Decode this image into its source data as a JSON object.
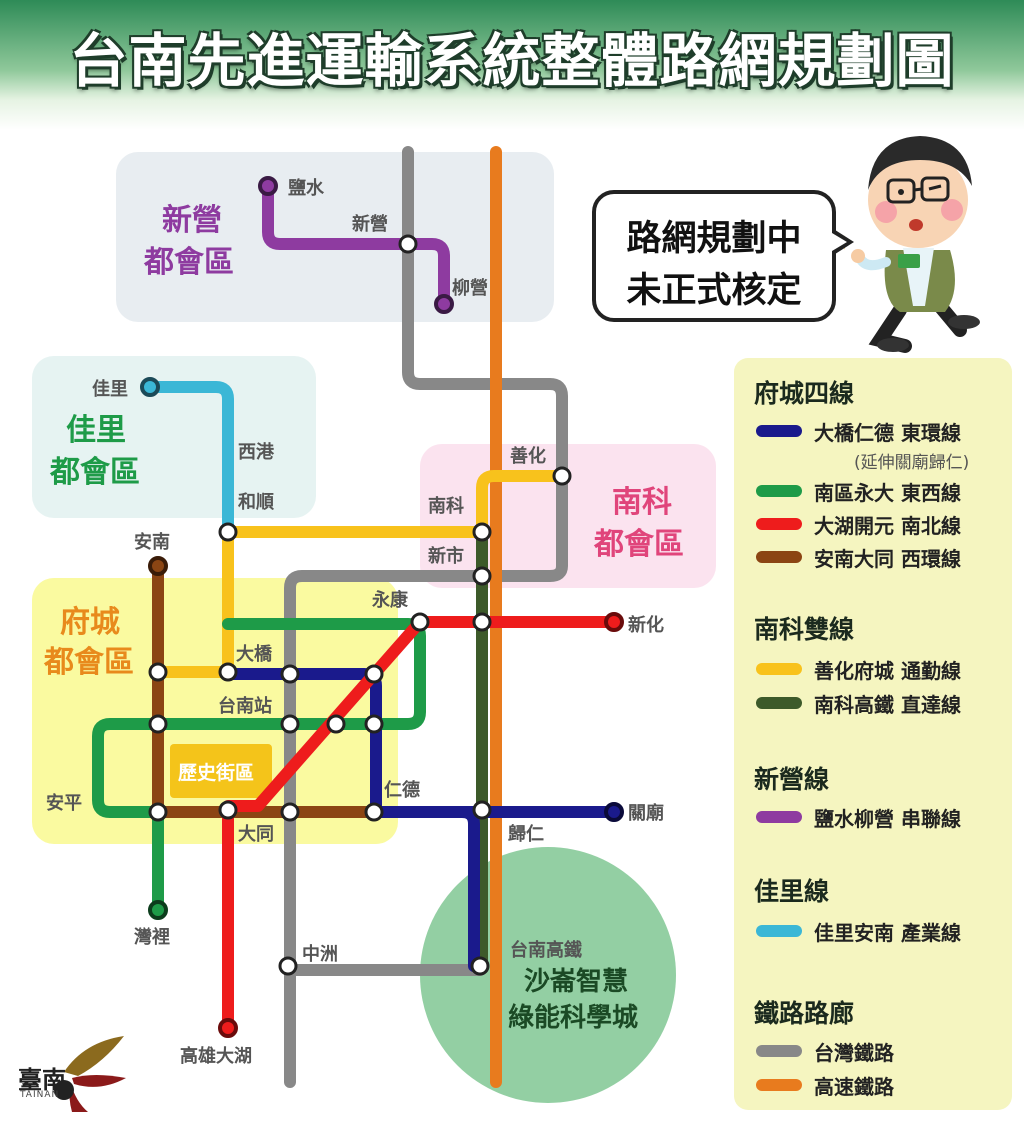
{
  "title": "台南先進運輸系統整體路網規劃圖",
  "bubble": {
    "line1": "路網規劃中",
    "line2": "未正式核定"
  },
  "regions": {
    "xinying": [
      "新營",
      "都會區"
    ],
    "jiali": [
      "佳里",
      "都會區"
    ],
    "nanke": [
      "南科",
      "都會區"
    ],
    "fucheng": [
      "府城",
      "都會區"
    ],
    "shalun": [
      "沙崙智慧",
      "綠能科學城"
    ],
    "history": "歷史街區"
  },
  "stations": {
    "yanshui": "鹽水",
    "xinying": "新營",
    "liuying": "柳營",
    "jiali": "佳里",
    "xigang": "西港",
    "heshun": "和順",
    "shanhua": "善化",
    "nanke": "南科",
    "xinshi": "新市",
    "annan": "安南",
    "yongkang": "永康",
    "xinhua": "新化",
    "daqiao": "大橋",
    "tainan_station": "台南站",
    "anping": "安平",
    "rende": "仁德",
    "guanmiao": "關廟",
    "datong": "大同",
    "guiren": "歸仁",
    "wanli": "灣裡",
    "zhongzhou": "中洲",
    "thsr_tainan": "台南高鐵",
    "kaohsiung_dahu": "高雄大湖"
  },
  "legend": {
    "groups": [
      {
        "title": "府城四線",
        "items": [
          {
            "name": "大橋仁德  東環線",
            "color": "#1a1a8c",
            "note": "(延伸關廟歸仁)"
          },
          {
            "name": "南區永大  東西線",
            "color": "#1e9b48"
          },
          {
            "name": "大湖開元  南北線",
            "color": "#ee1c1c"
          },
          {
            "name": "安南大同  西環線",
            "color": "#8b4513"
          }
        ]
      },
      {
        "title": "南科雙線",
        "items": [
          {
            "name": "善化府城  通勤線",
            "color": "#f8c21c"
          },
          {
            "name": "南科高鐵  直達線",
            "color": "#3d5a2a"
          }
        ]
      },
      {
        "title": "新營線",
        "items": [
          {
            "name": "鹽水柳營  串聯線",
            "color": "#8e3ba0"
          }
        ]
      },
      {
        "title": "佳里線",
        "items": [
          {
            "name": "佳里安南  產業線",
            "color": "#3bb7d6"
          }
        ]
      },
      {
        "title": "鐵路路廊",
        "items": [
          {
            "name": "台灣鐵路",
            "color": "#888888"
          },
          {
            "name": "高速鐵路",
            "color": "#e87b1e"
          }
        ]
      }
    ]
  },
  "logo": {
    "text": "臺南",
    "sub": "TAINAN"
  },
  "colors": {
    "header": "#2e8b57",
    "legend_bg": "#f5f5c0",
    "purple_region": "#8e3ba0",
    "jiali_region": "#1e9b48",
    "nanke_region": "#e0457b",
    "fucheng_region": "#e88a1c"
  }
}
